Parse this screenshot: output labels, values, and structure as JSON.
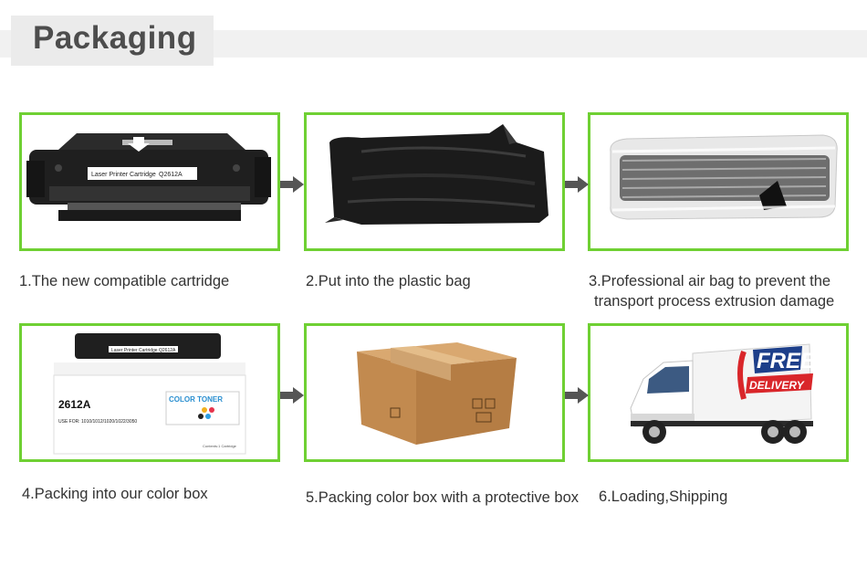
{
  "header": {
    "title": "Packaging"
  },
  "steps": [
    {
      "caption": "1.The new compatible cartridge",
      "label_line": "Laser Printer Cartridge",
      "model": "Q2612A"
    },
    {
      "caption": "2.Put into the plastic bag"
    },
    {
      "caption_line1": "3.Professional air bag to prevent the",
      "caption_line2": "transport process extrusion damage"
    },
    {
      "caption": "4.Packing into our color box",
      "box_model": "2612A",
      "box_brand": "COLOR TONER",
      "box_use": "USE FOR: 1010/1012/1020/1022/3050",
      "box_small": "Contents:1 Cartridge",
      "label_line": "Laser Printer Cartridge",
      "model": "Q2612A"
    },
    {
      "caption": "5.Packing color box with a protective box"
    },
    {
      "caption": "6.Loading,Shipping",
      "banner_line1": "FREE",
      "banner_line2": "DELIVERY"
    }
  ],
  "colors": {
    "border": "#6fd033",
    "arrow": "#555555",
    "delivery_red": "#d9262a",
    "delivery_blue": "#1d3f8a",
    "box": "#c9955c"
  }
}
